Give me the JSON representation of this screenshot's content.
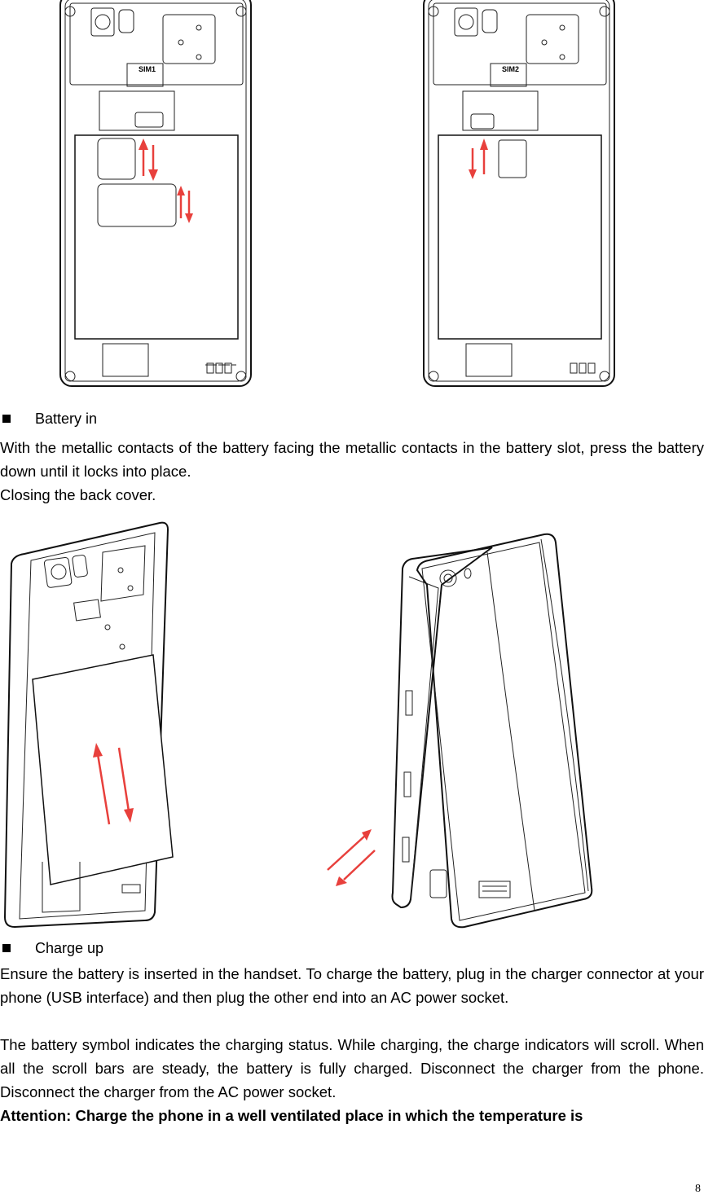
{
  "figures": {
    "top_left": "phone-open-sim-card-insert",
    "top_right": "phone-open-memory-card-insert",
    "bottom_left": "phone-battery-insert",
    "bottom_right": "phone-back-cover-closing"
  },
  "figure_labels": {
    "sim1": "SIM1",
    "sim2": "SIM2"
  },
  "sections": {
    "battery_in": {
      "heading": "Battery in",
      "paragraph": "With the metallic contacts of the battery facing the metallic contacts in the battery slot, press the battery down until it locks into place.",
      "closing": "Closing the back cover."
    },
    "charge_up": {
      "heading": "Charge up",
      "paragraph1": "Ensure the battery is inserted in the handset. To charge the battery, plug in the charger connector at your phone (USB interface) and then plug the other end into an AC power socket.",
      "paragraph2": "The battery symbol indicates the charging status. While charging, the charge indicators will scroll. When all the scroll bars are steady, the battery is fully charged. Disconnect the charger from the phone. Disconnect the charger from the AC power socket.",
      "attention": "Attention: Charge the phone in a well ventilated place in which the temperature is"
    }
  },
  "page_number": "8",
  "colors": {
    "arrow": "#e8403c",
    "text": "#000000"
  }
}
